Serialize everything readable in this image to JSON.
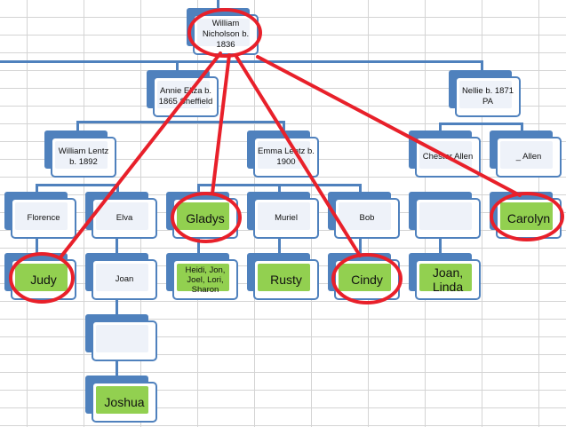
{
  "nodes": [
    {
      "id": "william-nicholson",
      "label": "William Nicholson b. 1836",
      "color": "blue",
      "circled": true
    },
    {
      "id": "annie-eliza",
      "label": "Annie Eliza b. 1865 Sheffield",
      "color": "blue"
    },
    {
      "id": "nellie",
      "label": "Nellie b. 1871 PA",
      "color": "blue"
    },
    {
      "id": "william-lentz",
      "label": "William Lentz b. 1892",
      "color": "blue"
    },
    {
      "id": "emma-lentz",
      "label": "Emma Lentz b. 1900",
      "color": "blue"
    },
    {
      "id": "chester-allen",
      "label": "Chester Allen",
      "color": "blue"
    },
    {
      "id": "allen",
      "label": "_ Allen",
      "color": "blue"
    },
    {
      "id": "florence",
      "label": "Florence",
      "color": "blue"
    },
    {
      "id": "elva",
      "label": "Elva",
      "color": "blue"
    },
    {
      "id": "gladys",
      "label": "Gladys",
      "color": "green",
      "circled": true
    },
    {
      "id": "muriel",
      "label": "Muriel",
      "color": "blue"
    },
    {
      "id": "bob",
      "label": "Bob",
      "color": "blue"
    },
    {
      "id": "blank-1",
      "label": "",
      "color": "blue"
    },
    {
      "id": "carolyn",
      "label": "Carolyn",
      "color": "green",
      "circled": true
    },
    {
      "id": "judy",
      "label": "Judy",
      "color": "green",
      "circled": true
    },
    {
      "id": "joan",
      "label": "Joan",
      "color": "blue"
    },
    {
      "id": "heidi-jon-joel-lori-sharon",
      "label": "Heidi, Jon, Joel, Lori, Sharon",
      "color": "green"
    },
    {
      "id": "rusty",
      "label": "Rusty",
      "color": "green"
    },
    {
      "id": "cindy",
      "label": "Cindy",
      "color": "green",
      "circled": true
    },
    {
      "id": "joan-linda",
      "label": "Joan, Linda",
      "color": "green"
    },
    {
      "id": "blank-2",
      "label": "",
      "color": "blue"
    },
    {
      "id": "joshua",
      "label": "Joshua",
      "color": "green"
    }
  ],
  "colors": {
    "box": "#4f81bd",
    "green": "#92d050",
    "highlight": "#e8202a"
  }
}
